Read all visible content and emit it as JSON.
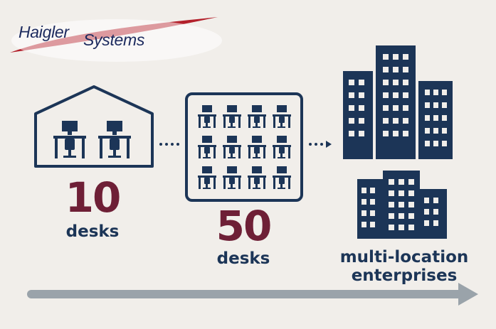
{
  "logo": {
    "brand_part1": "Haigler",
    "brand_part2": "Systems",
    "accent_color": "#b3202b",
    "text_color": "#1c2a5e"
  },
  "stages": [
    {
      "number": "10",
      "label": "desks",
      "icon": "office-house-icon",
      "desk_count": 2
    },
    {
      "number": "50",
      "label": "desks",
      "icon": "office-floor-icon",
      "desk_count": 12
    },
    {
      "number": "",
      "label_line1": "multi-location",
      "label_line2": "enterprises",
      "icon": "buildings-icon"
    }
  ],
  "colors": {
    "navy": "#1c3557",
    "maroon": "#6e1f36",
    "timeline_gray": "#9aa3aa",
    "background": "#f1eeea"
  }
}
